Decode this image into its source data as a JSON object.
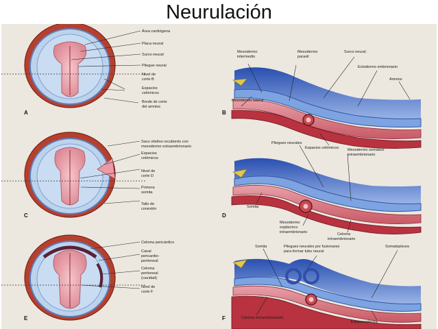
{
  "title": "Neurulación",
  "panels": {
    "A": {
      "letter": "A",
      "labels": [
        "Área cardiógena",
        "Placa neural",
        "Surco neural",
        "Pliegue neural",
        "Nivel de",
        "corte B",
        "Espacios",
        "celómicos",
        "Borde de corte",
        "del amnios"
      ]
    },
    "B": {
      "letter": "B",
      "labels": [
        "Mesodermo",
        "intermedio",
        "Mesodermo",
        "paraxil",
        "Surco neural",
        "Ectodermo embrionario",
        "Amnios",
        "Mesodermo lateral",
        "Espacios celómicos"
      ]
    },
    "C": {
      "letter": "C",
      "labels": [
        "Saco vitelino recubierto con",
        "mesodermo extraembrionario",
        "Espacios",
        "celómicos",
        "Nivel de",
        "corte D",
        "Primera",
        "somita",
        "Tallo de",
        "conexión"
      ]
    },
    "D": {
      "letter": "D",
      "labels": [
        "Pliegues neurales",
        "Mesodermo somático",
        "intraembrionario",
        "Somita",
        "Mesodermo",
        "esplácnico",
        "intraembrionario",
        "Celoma",
        "intraembrionario"
      ]
    },
    "E": {
      "letter": "E",
      "labels": [
        "Celoma pericárdico",
        "Canal",
        "pericardio-",
        "peritoneal",
        "Celoma",
        "peritoneal",
        "(cavidad)",
        "Nivel de",
        "corte F"
      ]
    },
    "F": {
      "letter": "F",
      "labels": [
        "Somita",
        "Pliegues neurales por fusionarse",
        "para formar tubo neural",
        "Somatopleura",
        "Celoma intraembrionario",
        "Esplacnopleura"
      ]
    }
  }
}
